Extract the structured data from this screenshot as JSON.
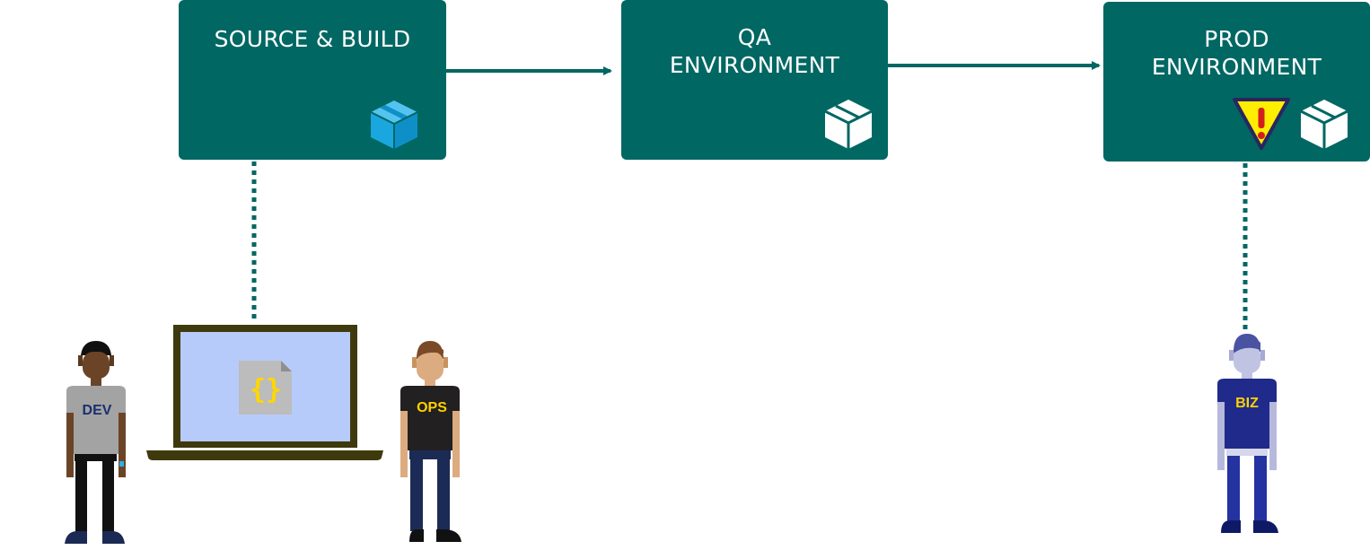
{
  "stages": {
    "source": {
      "title": [
        "SOURCE & BUILD"
      ]
    },
    "qa": {
      "title": [
        "QA",
        "ENVIRONMENT"
      ]
    },
    "prod": {
      "title": [
        "PROD",
        "ENVIRONMENT"
      ]
    }
  },
  "people": {
    "dev": {
      "label": "DEV"
    },
    "ops": {
      "label": "OPS"
    },
    "biz": {
      "label": "BIZ"
    }
  },
  "laptop": {
    "file_glyph": "{}"
  },
  "icons": {
    "source_package": "package-icon",
    "qa_package": "package-icon",
    "prod_package": "package-icon",
    "prod_warning": "warning-icon"
  },
  "colors": {
    "box": "#006763",
    "package_highlight": "#1aa7e0",
    "warning": "#ffee00"
  }
}
